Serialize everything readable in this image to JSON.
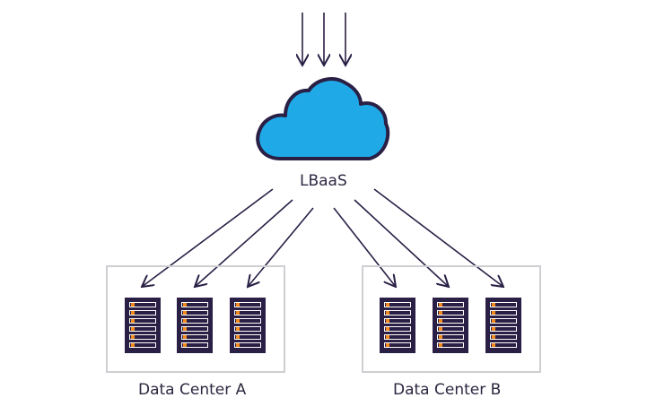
{
  "cloud": {
    "label": "LBaaS"
  },
  "data_centers": [
    {
      "label": "Data Center A"
    },
    {
      "label": "Data Center B"
    }
  ],
  "colors": {
    "cloud_fill": "#1fa9e6",
    "outline": "#2a1f45",
    "server_led": "#f28a1e",
    "box_border": "#cfcfd3",
    "arrow": "#2a1f45"
  },
  "icons": {
    "cloud": "cloud-icon",
    "server": "server-rack-icon"
  }
}
